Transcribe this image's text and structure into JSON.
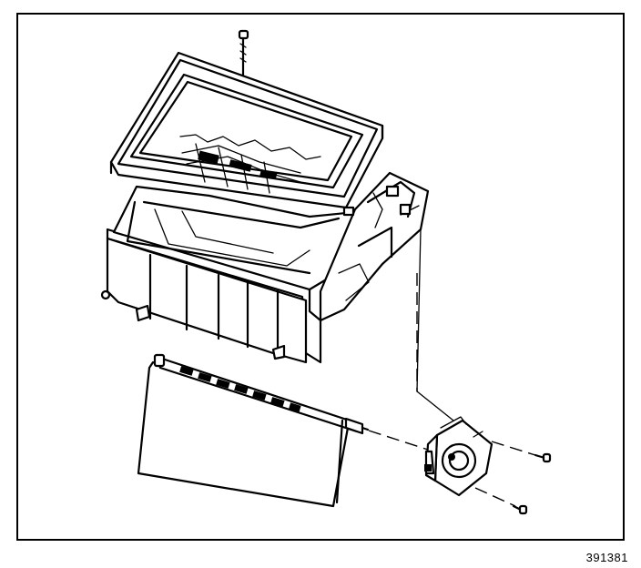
{
  "figure": {
    "number": "391381",
    "parts": [
      {
        "name": "screw-top"
      },
      {
        "name": "filter-frame"
      },
      {
        "name": "upper-housing"
      },
      {
        "name": "lower-door-panel"
      },
      {
        "name": "actuator"
      },
      {
        "name": "screw-right-top"
      },
      {
        "name": "screw-right-bottom"
      }
    ]
  }
}
